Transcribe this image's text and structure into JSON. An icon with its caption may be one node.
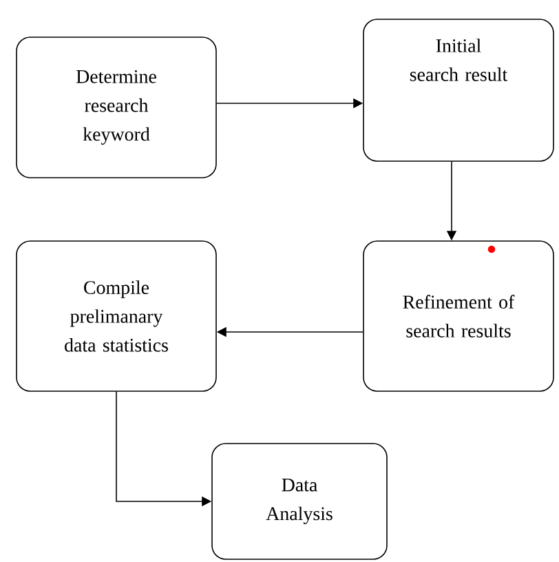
{
  "diagram": {
    "nodes": [
      {
        "text": [
          "Determine research keyword"
        ]
      },
      {
        "text": [
          "Initial search result"
        ]
      },
      {
        "text": [
          "Refinement of search results"
        ]
      },
      {
        "text": [
          "Compile prelimanary data statistics"
        ]
      },
      {
        "text": [
          "Data Analysis"
        ]
      }
    ],
    "edges": [
      {
        "from": 0,
        "to": 1,
        "arrow": "to"
      },
      {
        "from": 1,
        "to": 2,
        "arrow": "to"
      },
      {
        "from": 2,
        "to": 3,
        "arrow": "to"
      },
      {
        "from": 3,
        "to": 4,
        "arrow": "to"
      }
    ]
  }
}
